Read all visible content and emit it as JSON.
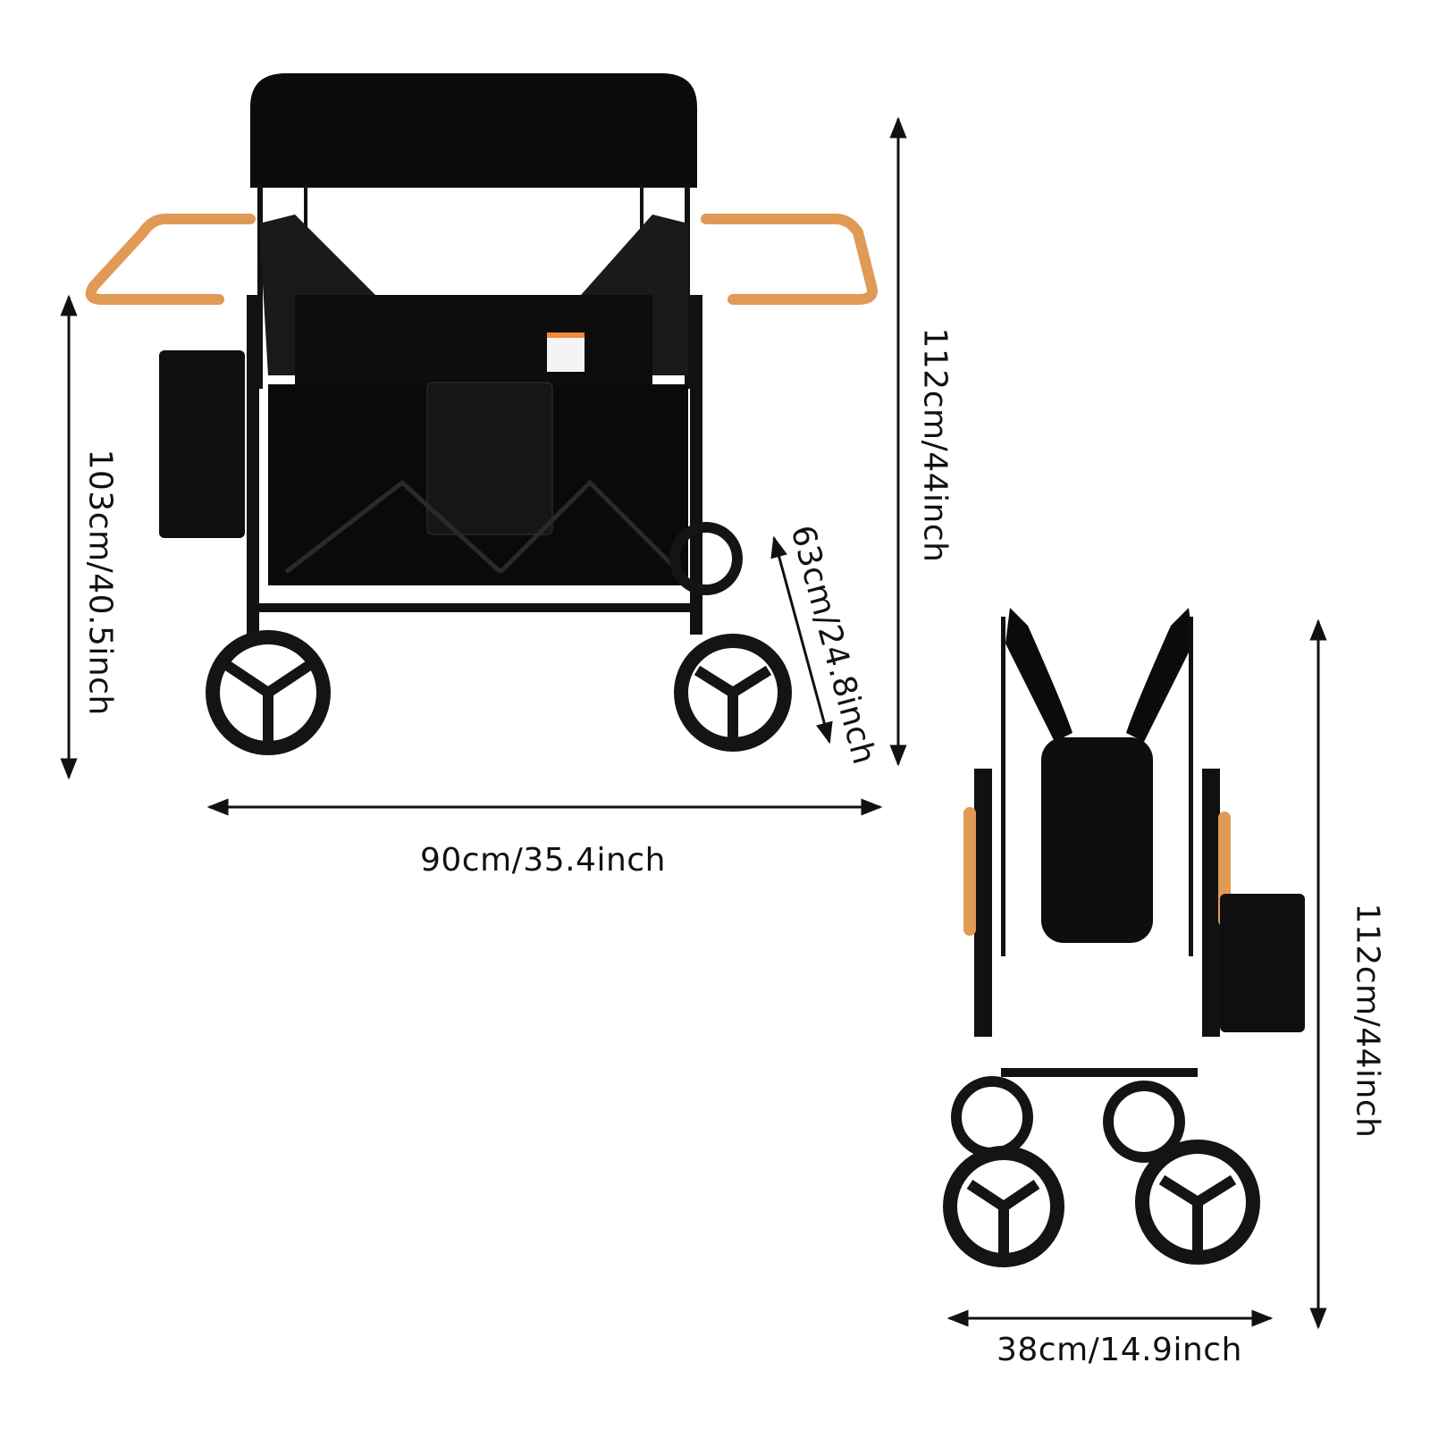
{
  "dimensions": {
    "unfolded_width": "90cm/35.4inch",
    "unfolded_height_handle": "103cm/40.5inch",
    "unfolded_height_canopy": "112cm/44inch",
    "unfolded_depth": "63cm/24.8inch",
    "folded_width": "38cm/14.9inch",
    "folded_height": "112cm/44inch"
  },
  "colors": {
    "frame": "#111111",
    "handle": "#e09a55",
    "arrow": "#111111"
  }
}
